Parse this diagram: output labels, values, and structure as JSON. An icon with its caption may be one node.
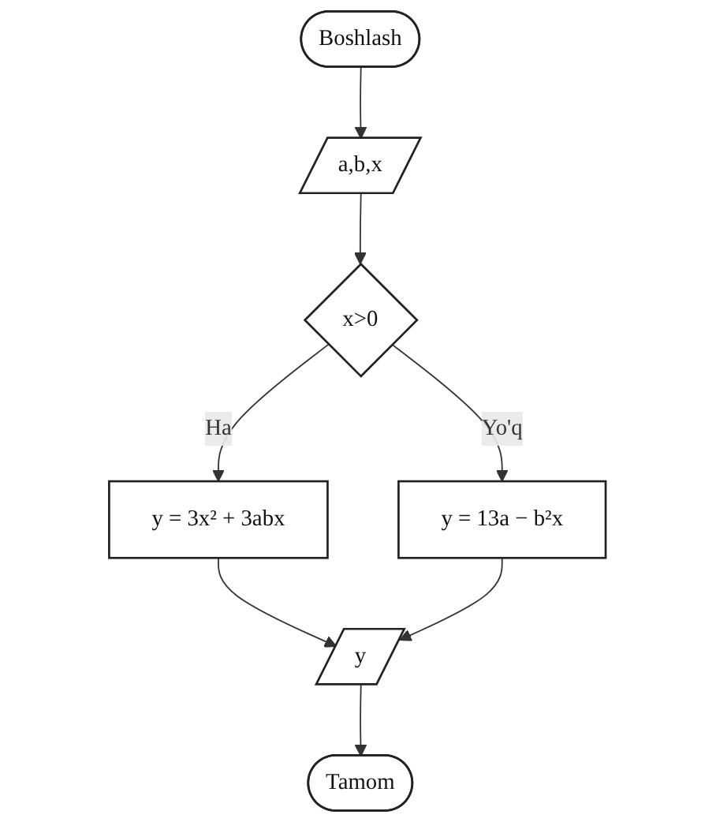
{
  "diagram": {
    "nodes": [
      {
        "text": [
          "Boshlash"
        ]
      },
      {
        "text": [
          "a,b,x"
        ]
      },
      {
        "text": [
          "x>0"
        ]
      },
      {
        "text": [
          "y = 3x² + 3abx"
        ]
      },
      {
        "text": [
          "y = 13a − b²x"
        ]
      },
      {
        "text": [
          "y"
        ]
      },
      {
        "text": [
          "Tamom"
        ]
      }
    ],
    "edges": [
      {
        "from": 0,
        "to": 1,
        "arrow": "to"
      },
      {
        "from": 1,
        "to": 2,
        "arrow": "to"
      },
      {
        "from": 2,
        "to": 3,
        "arrow": "to",
        "label": "Ha"
      },
      {
        "from": 2,
        "to": 4,
        "arrow": "to",
        "label": "Yo'q"
      },
      {
        "from": 3,
        "to": 5,
        "arrow": "to"
      },
      {
        "from": 4,
        "to": 5,
        "arrow": "to"
      },
      {
        "from": 5,
        "to": 6,
        "arrow": "to"
      }
    ]
  }
}
